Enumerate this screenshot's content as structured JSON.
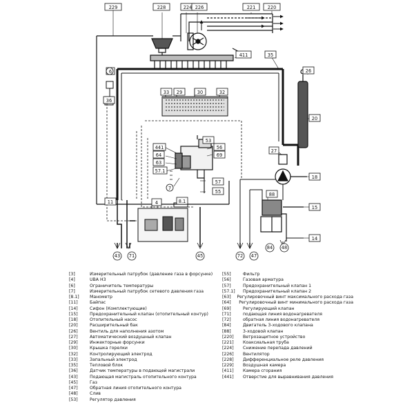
{
  "diagram_labels": {
    "l229": "229",
    "l228": "228",
    "l224": "224",
    "l226": "226",
    "l221": "221",
    "l220": "220",
    "l411": "411",
    "l35": "35",
    "l6": "6",
    "l36": "36",
    "l26": "26",
    "l33": "33",
    "l29": "29",
    "l30": "30",
    "l32": "32",
    "l53": "53",
    "l56": "56",
    "l69": "69",
    "l441": "441",
    "l64": "64",
    "l63": "63",
    "l571": "57.1",
    "l7": "7",
    "l57": "57",
    "l55": "55",
    "l20": "20",
    "l27": "27",
    "l18": "18",
    "l88": "88",
    "l11": "11",
    "l4": "4",
    "l81": "8.1",
    "l15": "15",
    "l14": "14",
    "l43": "43",
    "l71": "71",
    "l45": "45",
    "l72": "72",
    "l47": "47",
    "l84": "84",
    "l48": "48"
  },
  "legend_left": [
    {
      "code": "[3]",
      "desc": "Измерительный патрубок (давление газа в форсунке)"
    },
    {
      "code": "[4]",
      "desc": "UBA H3"
    },
    {
      "code": "[6]",
      "desc": "Ограничитель температуры"
    },
    {
      "code": "[7]",
      "desc": "Измерительный патрубок сетевого давления газа"
    },
    {
      "code": "[8.1]",
      "desc": "Манометр"
    },
    {
      "code": "[11]",
      "desc": "Байпас"
    },
    {
      "code": "[14]",
      "desc": "Сифон (Комплектующие)"
    },
    {
      "code": "[15]",
      "desc": "Предохранительный клапан (отопительный контур)"
    },
    {
      "code": "[18]",
      "desc": "Отопительный насос"
    },
    {
      "code": "[20]",
      "desc": "Расширительный бак"
    },
    {
      "code": "[26]",
      "desc": "Вентиль для наполнения азотом"
    },
    {
      "code": "[27]",
      "desc": "Автоматический воздушный клапан"
    },
    {
      "code": "[29]",
      "desc": "Инжекторные форсунки"
    },
    {
      "code": "[30]",
      "desc": "Крышка горелки"
    },
    {
      "code": "[32]",
      "desc": "Контролирующий электрод"
    },
    {
      "code": "[33]",
      "desc": "Запальный электрод"
    },
    {
      "code": "[35]",
      "desc": "Тепловой блок"
    },
    {
      "code": "[36]",
      "desc": "Датчик температуры в подающей магистрали"
    },
    {
      "code": "[43]",
      "desc": "Подающая магистраль отопительного контура"
    },
    {
      "code": "[45]",
      "desc": "Газ"
    },
    {
      "code": "[47]",
      "desc": "Обратная линия отопительного контура"
    },
    {
      "code": "[48]",
      "desc": "Слив"
    },
    {
      "code": "[53]",
      "desc": "Регулятор давления"
    }
  ],
  "legend_right": [
    {
      "code": "[55]",
      "desc": "Фильтр"
    },
    {
      "code": "[56]",
      "desc": "Газовая арматура"
    },
    {
      "code": "[57]",
      "desc": "Предохранительный клапан 1"
    },
    {
      "code": "[57.1]",
      "desc": "Предохранительный клапан 2"
    },
    {
      "code": "[63]",
      "desc": "Регулировочный винт максимального расхода газа"
    },
    {
      "code": "[64]",
      "desc": "Регулировочный винт минимального расхода газа"
    },
    {
      "code": "[69]",
      "desc": "Регулирующий клапан"
    },
    {
      "code": "[71]",
      "desc": "подающая линия водонагревателя"
    },
    {
      "code": "[72]",
      "desc": "обратная линия водонагревателя"
    },
    {
      "code": "[84]",
      "desc": "Двигатель 3-ходового клапана"
    },
    {
      "code": "[88]",
      "desc": "3-ходовой клапан"
    },
    {
      "code": "[220]",
      "desc": "Ветрозащитное устройство"
    },
    {
      "code": "[221]",
      "desc": "Коаксиальная труба"
    },
    {
      "code": "[224]",
      "desc": "Снижение перепада давлений"
    },
    {
      "code": "[226]",
      "desc": "Вентилятор"
    },
    {
      "code": "[228]",
      "desc": "Дифференциальное реле давления"
    },
    {
      "code": "[229]",
      "desc": "Воздушная камера"
    },
    {
      "code": "[411]",
      "desc": "Камера сгорания"
    },
    {
      "code": "[441]",
      "desc": "Отверстие для выравнивания давления"
    }
  ]
}
